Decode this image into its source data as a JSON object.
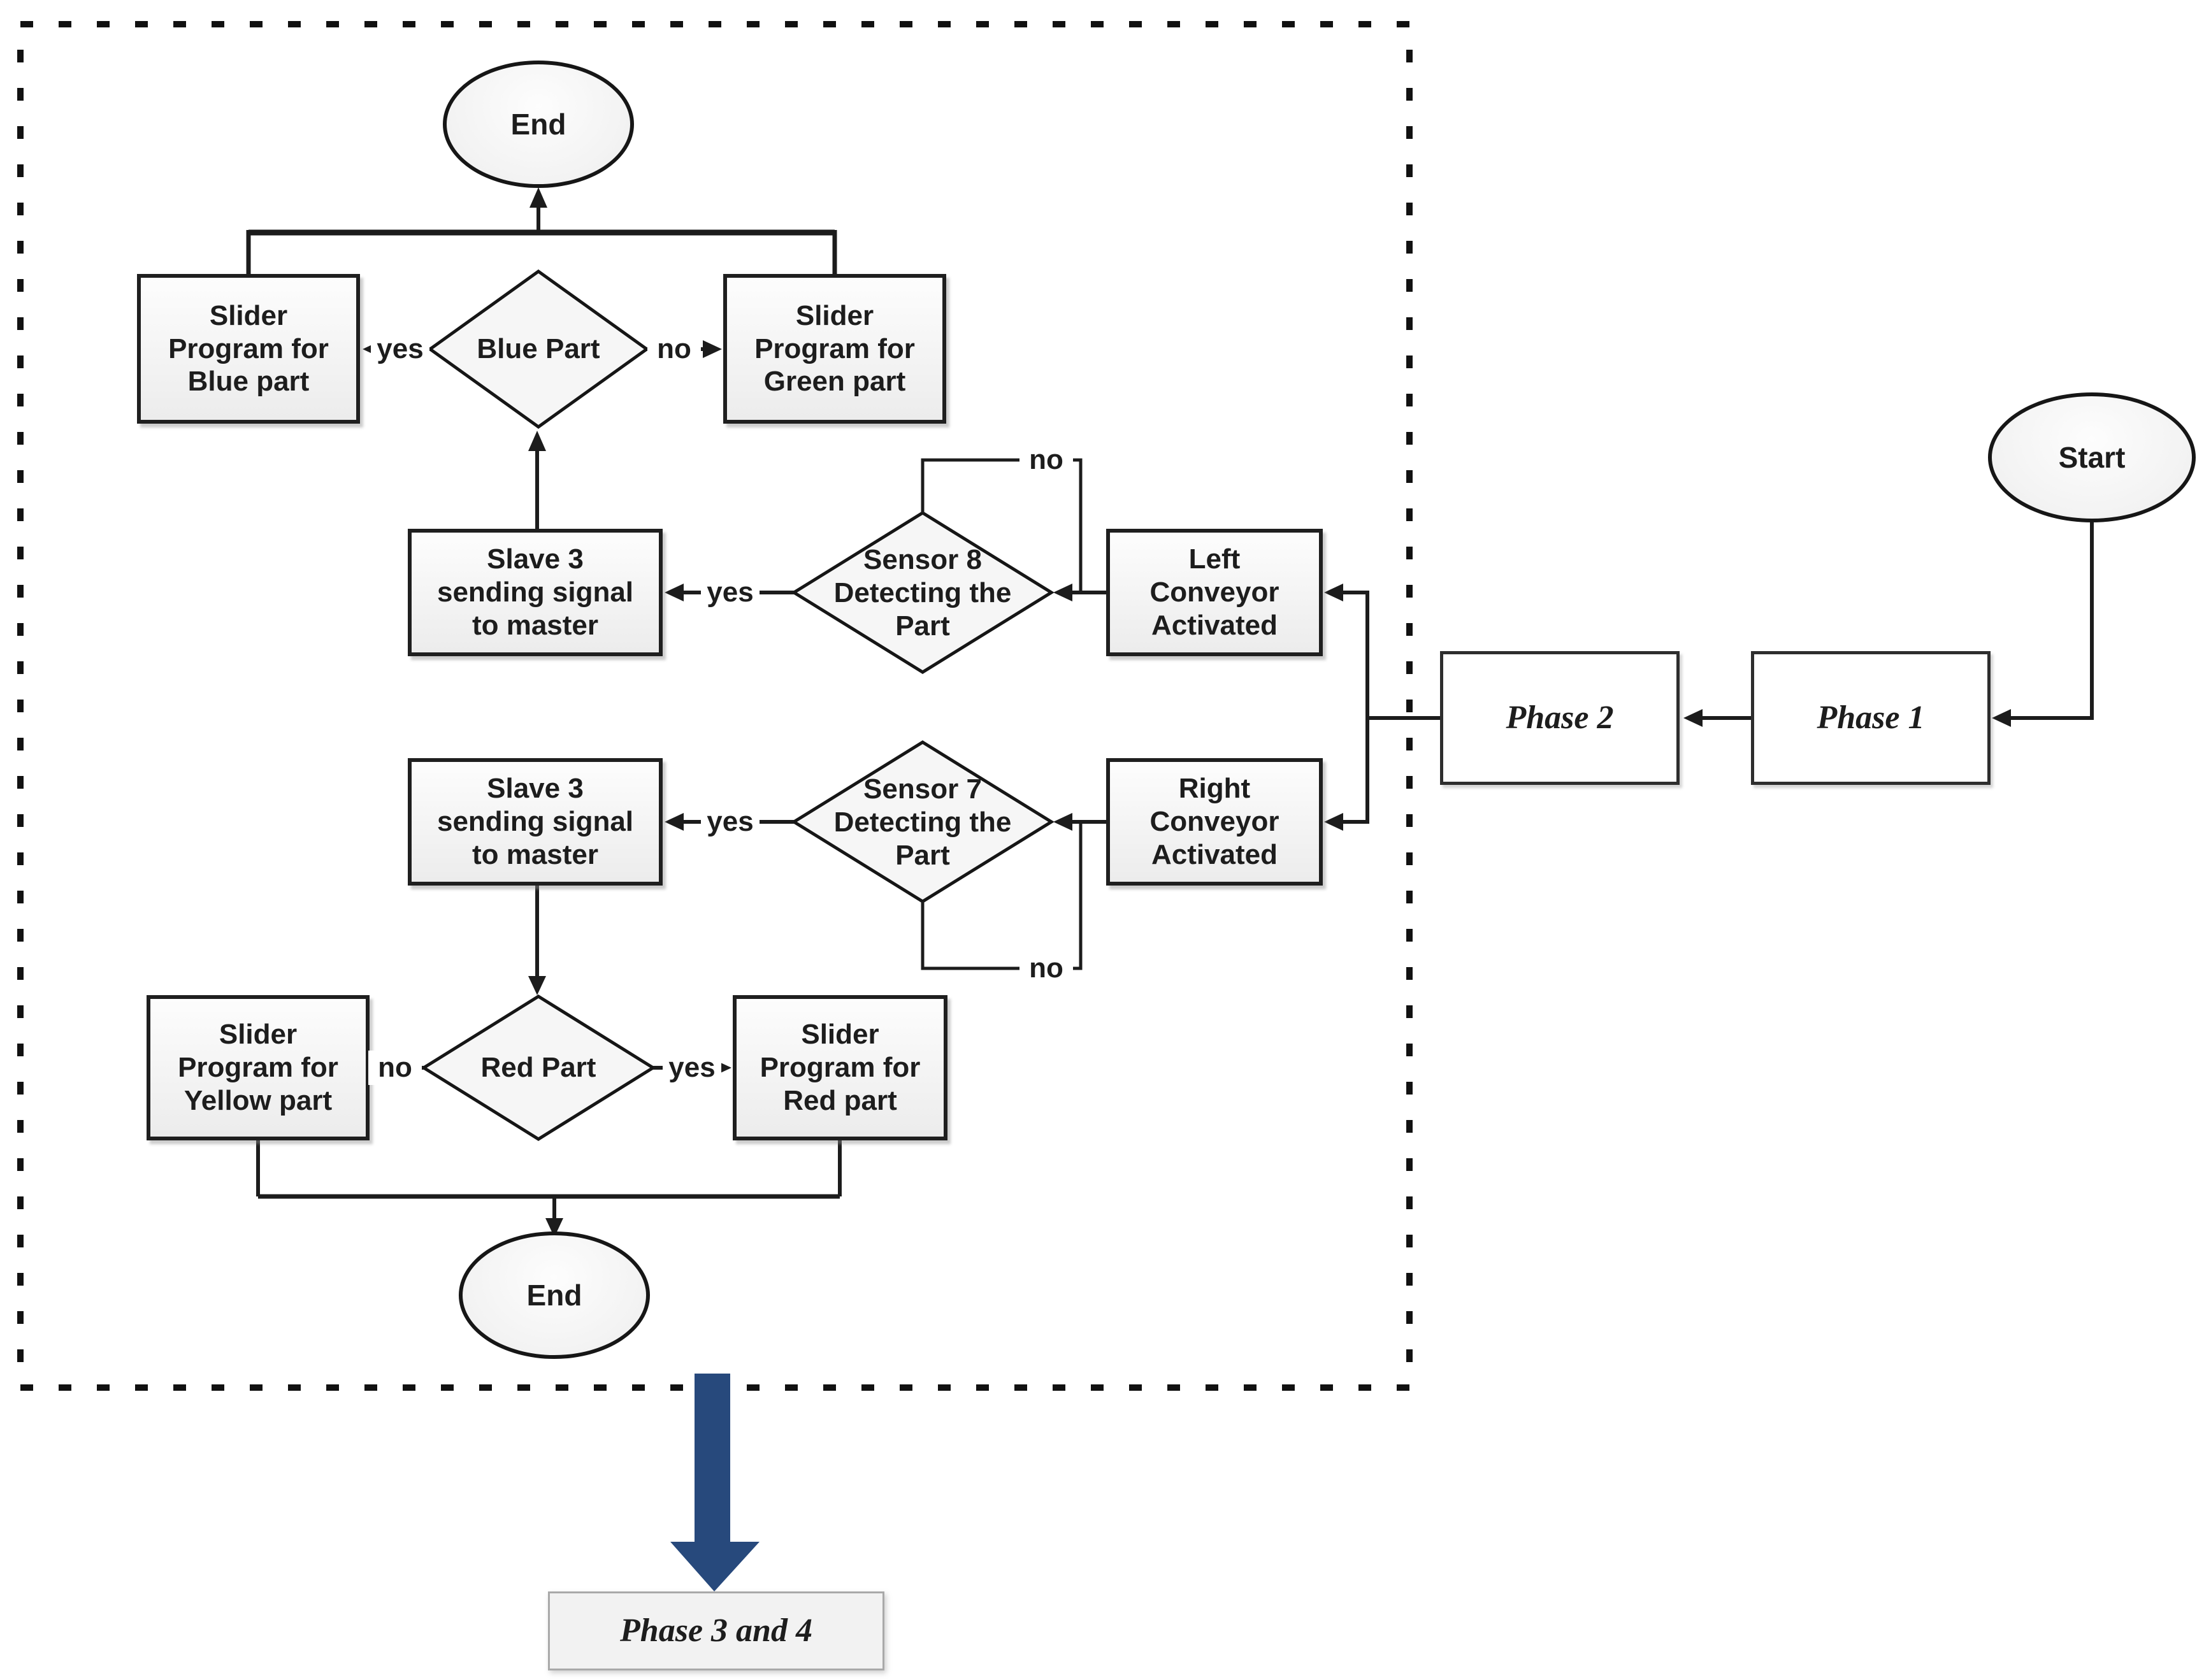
{
  "diagram": {
    "type": "flowchart",
    "colors": {
      "line": "#1c1c1c",
      "node_fill": "#f2f2f2",
      "node_border": "#1f1f1f",
      "phase_arrow_blue": "#27497c",
      "dotted_border": "#111111"
    },
    "nodes": {
      "start": "Start",
      "end_top": "End",
      "end_bottom": "End",
      "phase1": "Phase 1",
      "phase2": "Phase 2",
      "phase34": "Phase 3 and 4",
      "slider_blue": "Slider\nProgram for\nBlue part",
      "slider_green": "Slider\nProgram for\nGreen part",
      "slider_yellow": "Slider\nProgram for\nYellow part",
      "slider_red": "Slider\nProgram for\nRed part",
      "slave3_top": "Slave 3\nsending signal\nto master",
      "slave3_bottom": "Slave 3\nsending signal\nto master",
      "left_conveyor": "Left\nConveyor\nActivated",
      "right_conveyor": "Right\nConveyor\nActivated",
      "blue_part": "Blue Part",
      "red_part": "Red Part",
      "sensor8": "Sensor 8\nDetecting the\nPart",
      "sensor7": "Sensor 7\nDetecting the\nPart"
    },
    "edge_labels": {
      "yes": "yes",
      "no": "no"
    }
  }
}
